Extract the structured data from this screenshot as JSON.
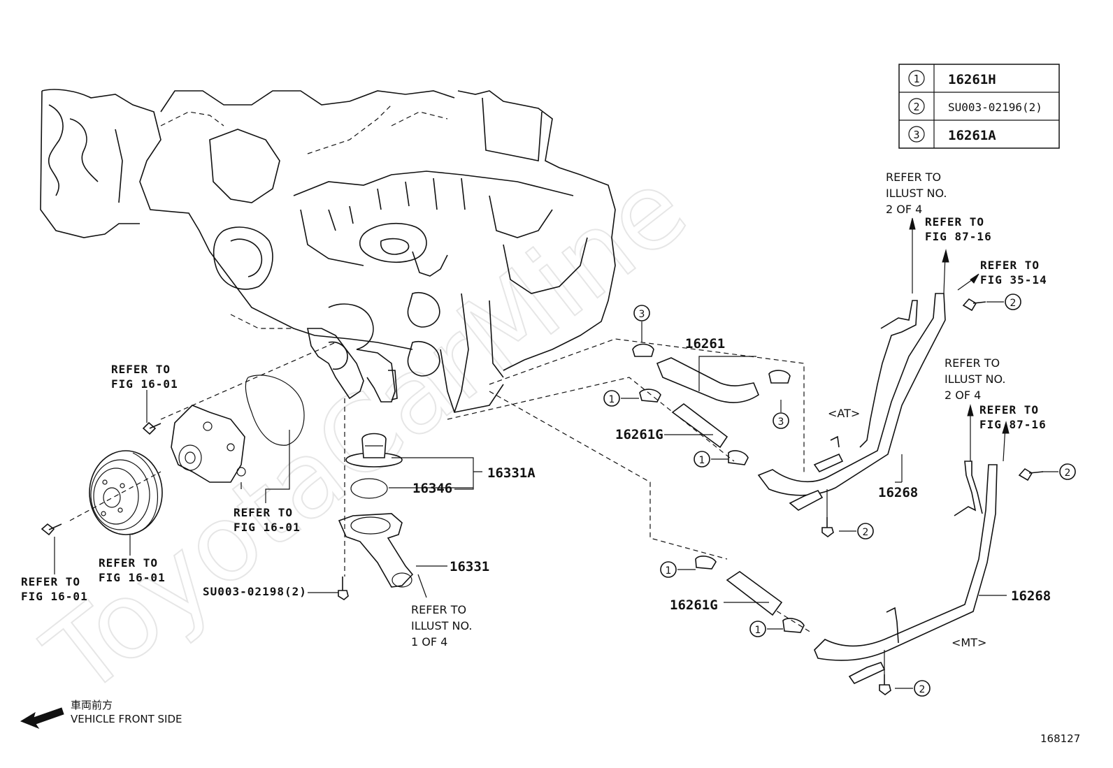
{
  "legend": [
    {
      "num": "1",
      "part": "16261H"
    },
    {
      "num": "2",
      "part": "SU003-02196(2)"
    },
    {
      "num": "3",
      "part": "16261A"
    }
  ],
  "parts": {
    "hose_16261": "16261",
    "hose_16261g_top": "16261G",
    "hose_16261g_bottom": "16261G",
    "thermostat_16331a": "16331A",
    "gasket_16346": "16346",
    "outlet_16331": "16331",
    "pipe_16268_at": "16268",
    "pipe_16268_mt": "16268",
    "bolt_su003": "SU003-02198(2)"
  },
  "refs": {
    "illust_2of4_top": [
      "REFER TO",
      "ILLUST NO.",
      "2 OF 4"
    ],
    "fig_87_16_top": [
      "REFER TO",
      "FIG 87-16"
    ],
    "fig_35_14": [
      "REFER TO",
      "FIG 35-14"
    ],
    "illust_2of4_mid": [
      "REFER TO",
      "ILLUST NO.",
      "2 OF 4"
    ],
    "fig_87_16_mid": [
      "REFER TO",
      "FIG 87-16"
    ],
    "fig_16_01_bolt": [
      "REFER TO",
      "FIG 16-01"
    ],
    "fig_16_01_gasket": [
      "REFER TO",
      "FIG 16-01"
    ],
    "fig_16_01_pulley": [
      "REFER TO",
      "FIG 16-01"
    ],
    "fig_16_01_pulleybolt": [
      "REFER TO",
      "FIG 16-01"
    ],
    "illust_1of4": [
      "REFER TO",
      "ILLUST NO.",
      "1 OF 4"
    ]
  },
  "variants": {
    "at": "<AT>",
    "mt": "<MT>"
  },
  "front": {
    "jp": "車両前方",
    "en": "VEHICLE FRONT SIDE"
  },
  "diagram_id": "168127",
  "watermark": "ToyotaCarMine"
}
